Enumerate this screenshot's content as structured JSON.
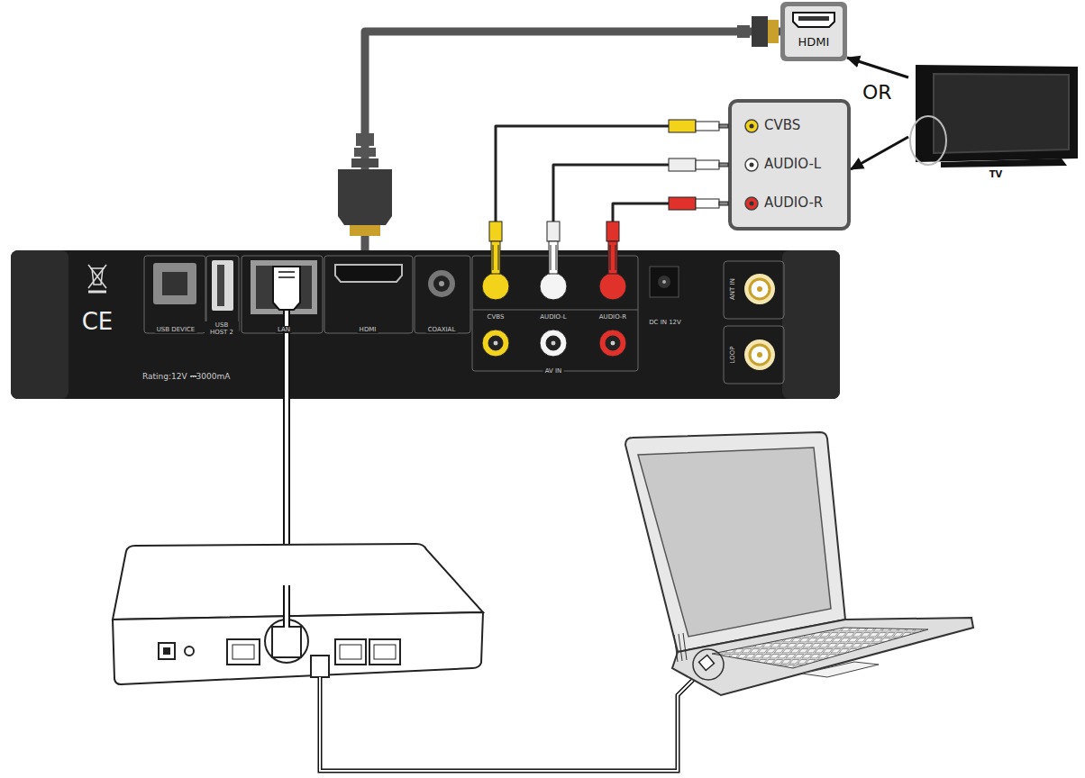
{
  "diagram": {
    "nodes": [
      {
        "text": [
          "HDMI"
        ]
      },
      {
        "text": [
          "CVBS",
          "AUDIO-L",
          "AUDIO-R"
        ]
      },
      {
        "text": [
          "TV"
        ]
      },
      {
        "text": [
          "USB DEVICE",
          "USB HOST 2",
          "LAN",
          "HDMI",
          "COAXIAL",
          "CVBS",
          "AUDIO-L",
          "AUDIO-R",
          "AV IN",
          "DC IN 12V",
          "ANT IN",
          "LOOP",
          "Rating:12V ⎓3000mA",
          "CE"
        ]
      }
    ],
    "edges": [
      {
        "from": 3,
        "to": 0,
        "arrow": "none"
      },
      {
        "from": 3,
        "to": 1,
        "arrow": "none"
      },
      {
        "from": 3,
        "to": 1,
        "arrow": "none"
      },
      {
        "from": 3,
        "to": 1,
        "arrow": "none"
      },
      {
        "from": 2,
        "to": 0,
        "arrow": "to"
      },
      {
        "from": 2,
        "to": 1,
        "arrow": "to"
      }
    ],
    "labels": [
      "OR"
    ]
  }
}
